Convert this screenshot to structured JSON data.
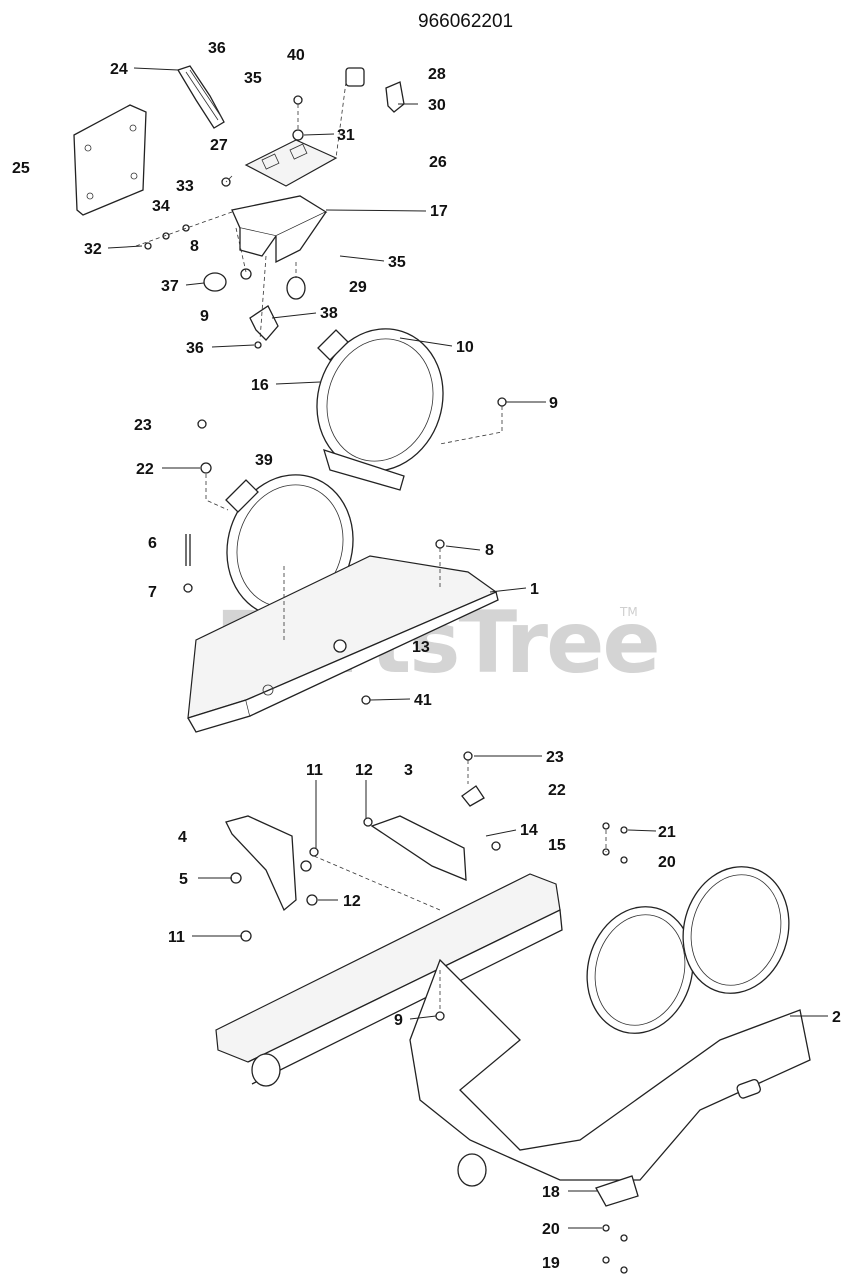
{
  "diagram_title": "966062201",
  "watermark": {
    "text": "PartsTree",
    "trademark": "TM"
  },
  "callouts": [
    {
      "id": "c36a",
      "label": "36"
    },
    {
      "id": "c40",
      "label": "40"
    },
    {
      "id": "c24",
      "label": "24"
    },
    {
      "id": "c35a",
      "label": "35"
    },
    {
      "id": "c28",
      "label": "28"
    },
    {
      "id": "c30",
      "label": "30"
    },
    {
      "id": "c31",
      "label": "31"
    },
    {
      "id": "c27",
      "label": "27"
    },
    {
      "id": "c26",
      "label": "26"
    },
    {
      "id": "c25",
      "label": "25"
    },
    {
      "id": "c33",
      "label": "33"
    },
    {
      "id": "c34",
      "label": "34"
    },
    {
      "id": "c17",
      "label": "17"
    },
    {
      "id": "c32",
      "label": "32"
    },
    {
      "id": "c8a",
      "label": "8"
    },
    {
      "id": "c35b",
      "label": "35"
    },
    {
      "id": "c37",
      "label": "37"
    },
    {
      "id": "c29",
      "label": "29"
    },
    {
      "id": "c9a",
      "label": "9"
    },
    {
      "id": "c38",
      "label": "38"
    },
    {
      "id": "c36b",
      "label": "36"
    },
    {
      "id": "c10",
      "label": "10"
    },
    {
      "id": "c16",
      "label": "16"
    },
    {
      "id": "c9b",
      "label": "9"
    },
    {
      "id": "c23a",
      "label": "23"
    },
    {
      "id": "c22a",
      "label": "22"
    },
    {
      "id": "c39",
      "label": "39"
    },
    {
      "id": "c6",
      "label": "6"
    },
    {
      "id": "c8b",
      "label": "8"
    },
    {
      "id": "c7",
      "label": "7"
    },
    {
      "id": "c1",
      "label": "1"
    },
    {
      "id": "c13",
      "label": "13"
    },
    {
      "id": "c41",
      "label": "41"
    },
    {
      "id": "c23b",
      "label": "23"
    },
    {
      "id": "c11a",
      "label": "11"
    },
    {
      "id": "c12a",
      "label": "12"
    },
    {
      "id": "c3",
      "label": "3"
    },
    {
      "id": "c22b",
      "label": "22"
    },
    {
      "id": "c4",
      "label": "4"
    },
    {
      "id": "c14",
      "label": "14"
    },
    {
      "id": "c21",
      "label": "21"
    },
    {
      "id": "c15",
      "label": "15"
    },
    {
      "id": "c20a",
      "label": "20"
    },
    {
      "id": "c5",
      "label": "5"
    },
    {
      "id": "c12b",
      "label": "12"
    },
    {
      "id": "c11b",
      "label": "11"
    },
    {
      "id": "c9c",
      "label": "9"
    },
    {
      "id": "c2",
      "label": "2"
    },
    {
      "id": "c18",
      "label": "18"
    },
    {
      "id": "c20b",
      "label": "20"
    },
    {
      "id": "c19",
      "label": "19"
    }
  ]
}
